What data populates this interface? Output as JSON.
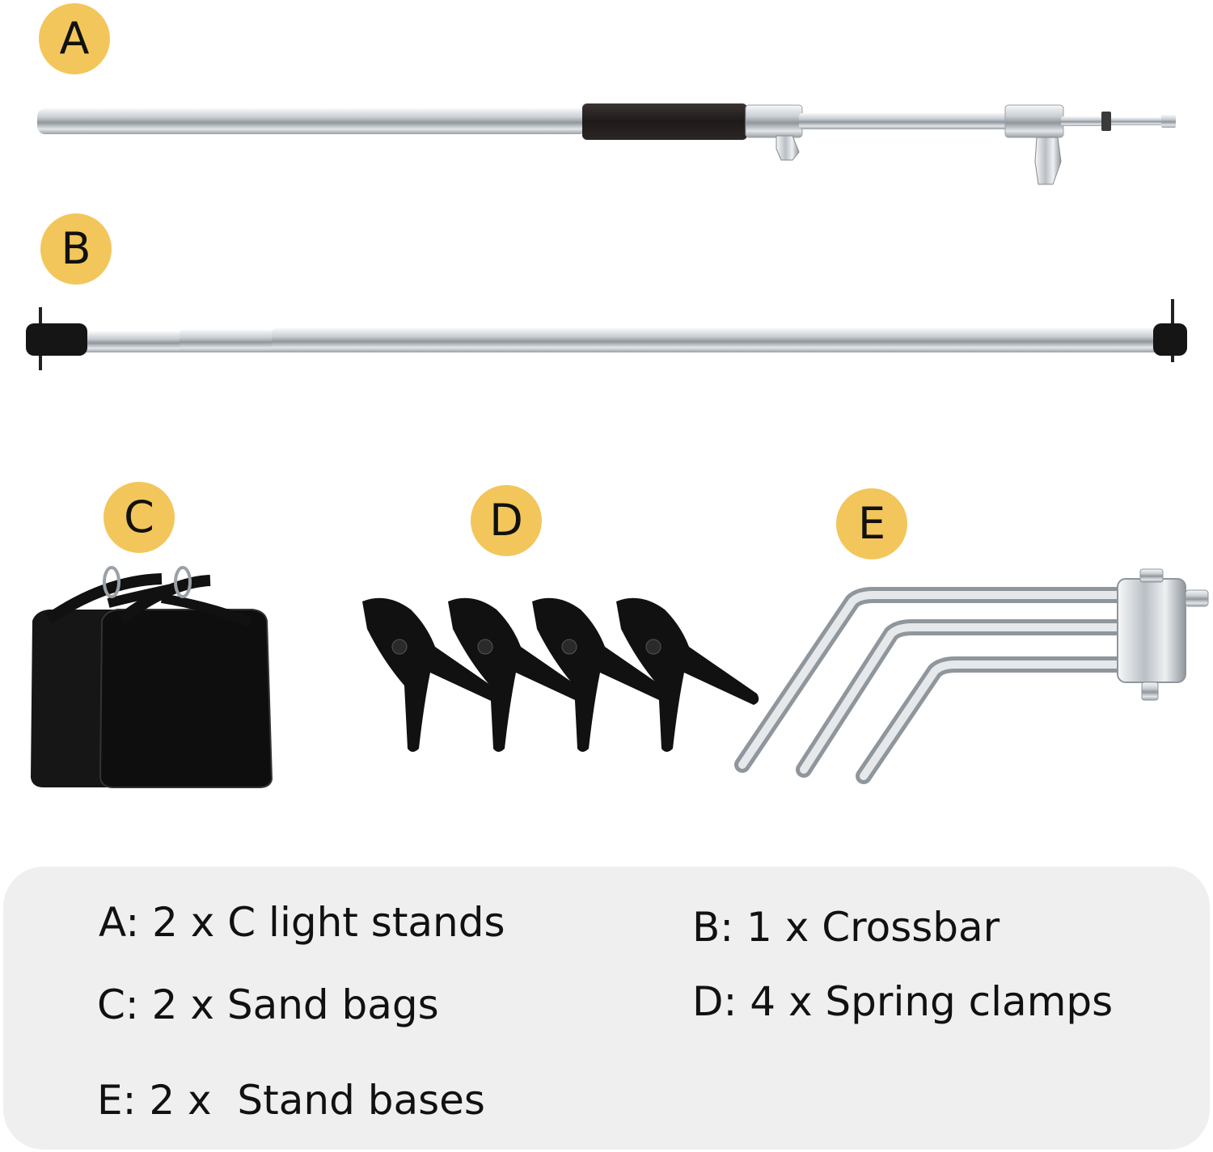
{
  "labels": {
    "a": "A",
    "b": "B",
    "c": "C",
    "d": "D",
    "e": "E"
  },
  "legend": {
    "a": "A: 2 x C light stands",
    "b": "B: 1 x Crossbar",
    "c": "C: 2 x Sand bags",
    "d": "D: 4 x Spring clamps",
    "e": "E: 2 x  Stand bases"
  },
  "colors": {
    "badge": "#f2c65a",
    "panel": "#efefef",
    "chrome": "#d9dde1",
    "black_parts": "#111111"
  }
}
